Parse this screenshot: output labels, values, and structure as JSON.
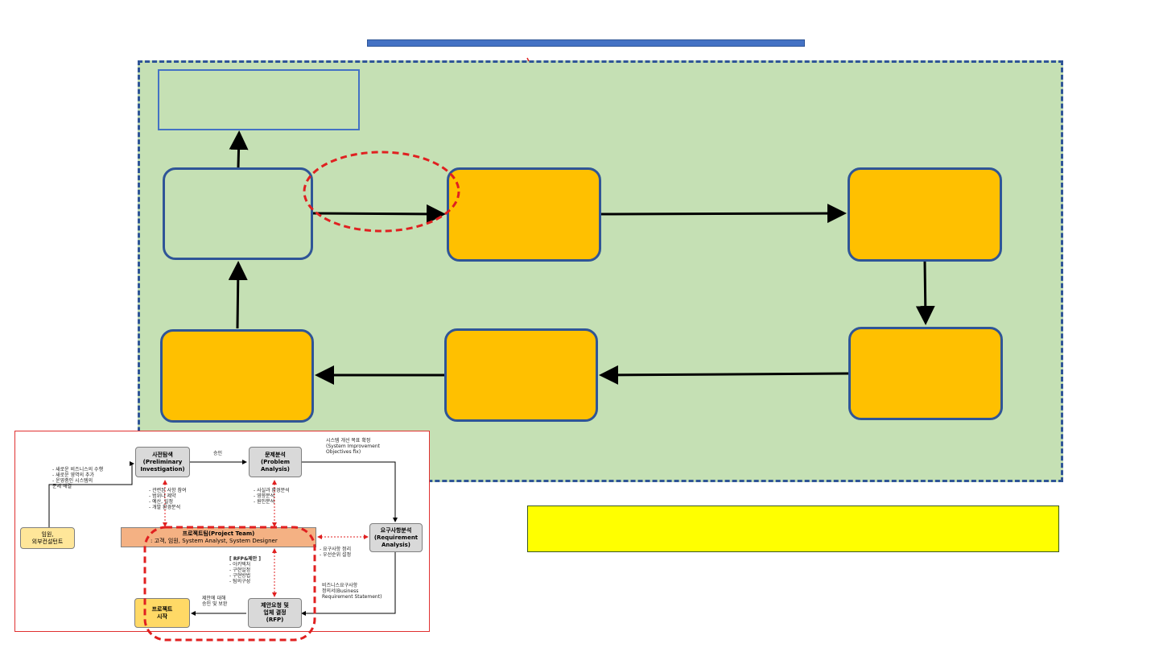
{
  "colors": {
    "panel": "#c5e0b4",
    "border_blue": "#2f5597",
    "node_amber": "#ffc000",
    "highlight_yellow": "#ffff00",
    "dash_red": "#e02020"
  },
  "inset": {
    "investigation": {
      "line1": "사전탐색",
      "line2": "(Preliminary",
      "line3": "Investigation)"
    },
    "problem": {
      "line1": "문제분석",
      "line2": "(Problem",
      "line3": "Analysis)"
    },
    "requirement": {
      "line1": "요구사항분석",
      "line2": "(Requirement",
      "line3": "Analysis)"
    },
    "rfp": {
      "line1": "제안요청 및",
      "line2": "업체 결정",
      "line3": "(RFP)"
    },
    "start": {
      "line1": "프로젝트",
      "line2": "시작"
    },
    "client": {
      "line1": "임원,",
      "line2": "외부컨설턴트"
    },
    "team": {
      "title": "프로젝트팀(Project Team)",
      "members": ": 고객, 임원, System Analyst, System Designer"
    },
    "approve_label": "승인",
    "objectives": {
      "l1": "시스템 개선 목표 확정",
      "l2": "(System Improvement",
      "l3": "Objectives fix)"
    },
    "triggers": {
      "l1": "-  새로운 비즈니스의 수행",
      "l2": "-  새로운 영역의 추가",
      "l3": "-  운영중인 시스템의",
      "l4": "   문제 해결"
    },
    "investigation_notes": {
      "l1": "-  관련된 사항 참여",
      "l2": "-  범위나 제약",
      "l3": "-  예산, 일정",
      "l4": "-  개발 환경분석"
    },
    "problem_notes": {
      "l1": "-  사실과 환경분석",
      "l2": "-  영향분석",
      "l3": "-  원인분석"
    },
    "requirement_notes": {
      "l1": "-  요구사항 정리",
      "l2": "-  우선순위 설정"
    },
    "rfp_notes": {
      "title": "[ RFP&제안 ]",
      "l1": "-  아키텍처",
      "l2": "-  구현일정",
      "l3": "-  구현방법",
      "l4": "-  팀의구성"
    },
    "brs": {
      "l1": "비즈니스요구사항",
      "l2": "정의서(Business",
      "l3": "Requirement Statement)"
    },
    "proposal_review": {
      "l1": "제안에 대해",
      "l2": "승인 및 보완"
    }
  }
}
